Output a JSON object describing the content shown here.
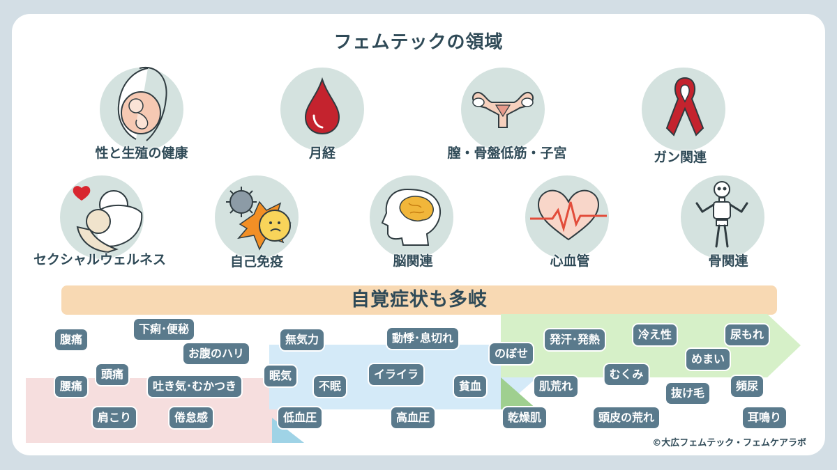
{
  "title": "フェムテックの領域",
  "areas": [
    {
      "label": "性と生殖の健康",
      "icon": "pregnancy-icon"
    },
    {
      "label": "月経",
      "icon": "blood-drop-icon"
    },
    {
      "label": "膣・骨盤低筋・子宮",
      "icon": "uterus-icon"
    },
    {
      "label": "ガン関連",
      "icon": "ribbon-icon"
    },
    {
      "label": "セクシャルウェルネス",
      "icon": "embracing-couple-icon"
    },
    {
      "label": "自己免疫",
      "icon": "virus-icon"
    },
    {
      "label": "脳関連",
      "icon": "brain-icon"
    },
    {
      "label": "心血管",
      "icon": "heart-pulse-icon"
    },
    {
      "label": "骨関連",
      "icon": "skeleton-icon"
    }
  ],
  "banner": "自覚症状も多岐",
  "symptoms": [
    "腹痛",
    "下痢･便秘",
    "お腹のハリ",
    "頭痛",
    "腰痛",
    "吐き気･むかつき",
    "肩こり",
    "倦怠感",
    "無気力",
    "眠気",
    "不眠",
    "低血圧",
    "動悸･息切れ",
    "イライラ",
    "高血圧",
    "貧血",
    "のぼせ",
    "乾燥肌",
    "発汗･発熱",
    "肌荒れ",
    "冷え性",
    "むくみ",
    "頭皮の荒れ",
    "めまい",
    "尿もれ",
    "抜け毛",
    "頻尿",
    "耳鳴り"
  ],
  "credit": "©大広フェムテック・フェムケアラボ",
  "colors": {
    "circle": "#d4e2df",
    "tag": "#5a7a8c",
    "banner": "#f8d9b3",
    "arrow_pink": "#f6dede",
    "arrow_blue": "#d4eaf8",
    "arrow_green": "#d6f0c8",
    "text": "#2f4a57"
  }
}
